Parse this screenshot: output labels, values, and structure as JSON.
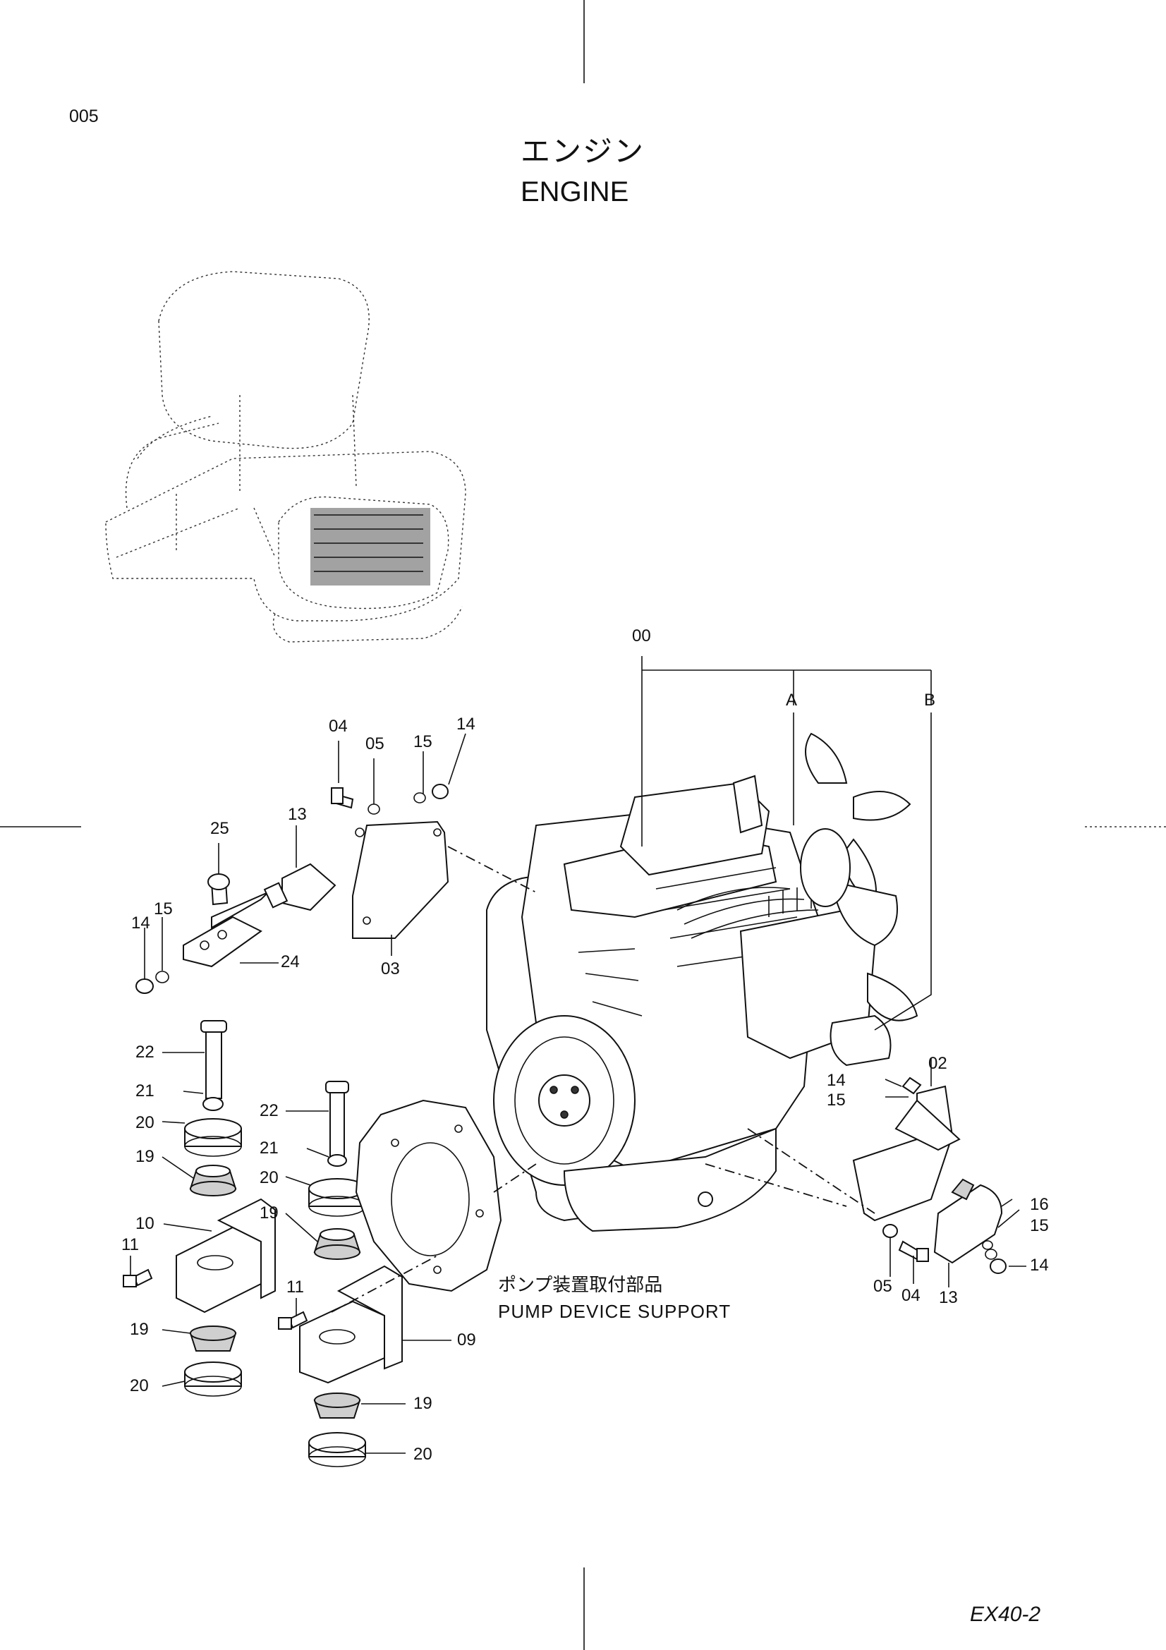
{
  "header": {
    "page_number": "005",
    "title_jp": "エンジン",
    "title_en": "ENGINE"
  },
  "subassembly": {
    "label_jp": "ポンプ装置取付部品",
    "label_en": "PUMP  DEVICE  SUPPORT"
  },
  "footer": {
    "model_code": "EX40-2"
  },
  "callouts": [
    {
      "id": "c-00",
      "text": "00"
    },
    {
      "id": "c-A",
      "text": "A"
    },
    {
      "id": "c-B",
      "text": "B"
    },
    {
      "id": "c-04-top",
      "text": "04"
    },
    {
      "id": "c-05-top",
      "text": "05"
    },
    {
      "id": "c-15-top",
      "text": "15"
    },
    {
      "id": "c-14-top",
      "text": "14"
    },
    {
      "id": "c-25",
      "text": "25"
    },
    {
      "id": "c-13-left",
      "text": "13"
    },
    {
      "id": "c-14-left",
      "text": "14"
    },
    {
      "id": "c-15-left",
      "text": "15"
    },
    {
      "id": "c-24",
      "text": "24"
    },
    {
      "id": "c-03",
      "text": "03"
    },
    {
      "id": "c-22-a",
      "text": "22"
    },
    {
      "id": "c-21-a",
      "text": "21"
    },
    {
      "id": "c-20-a",
      "text": "20"
    },
    {
      "id": "c-19-a",
      "text": "19"
    },
    {
      "id": "c-10",
      "text": "10"
    },
    {
      "id": "c-11-a",
      "text": "11"
    },
    {
      "id": "c-19-b",
      "text": "19"
    },
    {
      "id": "c-20-b",
      "text": "20"
    },
    {
      "id": "c-22-b",
      "text": "22"
    },
    {
      "id": "c-21-b",
      "text": "21"
    },
    {
      "id": "c-20-c",
      "text": "20"
    },
    {
      "id": "c-19-c",
      "text": "19"
    },
    {
      "id": "c-11-b",
      "text": "11"
    },
    {
      "id": "c-09",
      "text": "09"
    },
    {
      "id": "c-19-d",
      "text": "19"
    },
    {
      "id": "c-20-d",
      "text": "20"
    },
    {
      "id": "c-14-right",
      "text": "14"
    },
    {
      "id": "c-02",
      "text": "02"
    },
    {
      "id": "c-15-right",
      "text": "15"
    },
    {
      "id": "c-16",
      "text": "16"
    },
    {
      "id": "c-15-r2",
      "text": "15"
    },
    {
      "id": "c-14-r2",
      "text": "14"
    },
    {
      "id": "c-05-right",
      "text": "05"
    },
    {
      "id": "c-04-right",
      "text": "04"
    },
    {
      "id": "c-13-right",
      "text": "13"
    }
  ]
}
